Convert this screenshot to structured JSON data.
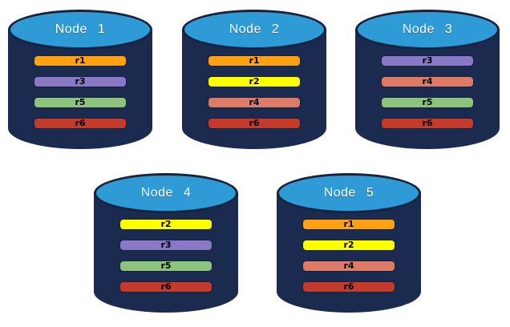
{
  "diagram": {
    "description_colors": {
      "background": "#ffffff",
      "cylinder_body": "#1b2a4f",
      "cylinder_top": "#2e9ad6",
      "cylinder_outline": "#16233f",
      "bar_text": "#000000",
      "title_text": "#ffffff"
    },
    "replica_colors": {
      "r1": "#ffa113",
      "r2": "#ffff00",
      "r3": "#8878c6",
      "r4": "#de7b66",
      "r5": "#8cc47e",
      "r6": "#c43a2b"
    },
    "nodes": [
      {
        "label": "Node 1",
        "replicas": [
          "r1",
          "r3",
          "r5",
          "r6"
        ]
      },
      {
        "label": "Node 2",
        "replicas": [
          "r1",
          "r2",
          "r4",
          "r6"
        ]
      },
      {
        "label": "Node 3",
        "replicas": [
          "r3",
          "r4",
          "r5",
          "r6"
        ]
      },
      {
        "label": "Node 4",
        "replicas": [
          "r2",
          "r3",
          "r5",
          "r6"
        ]
      },
      {
        "label": "Node 5",
        "replicas": [
          "r1",
          "r2",
          "r4",
          "r6"
        ]
      }
    ]
  }
}
